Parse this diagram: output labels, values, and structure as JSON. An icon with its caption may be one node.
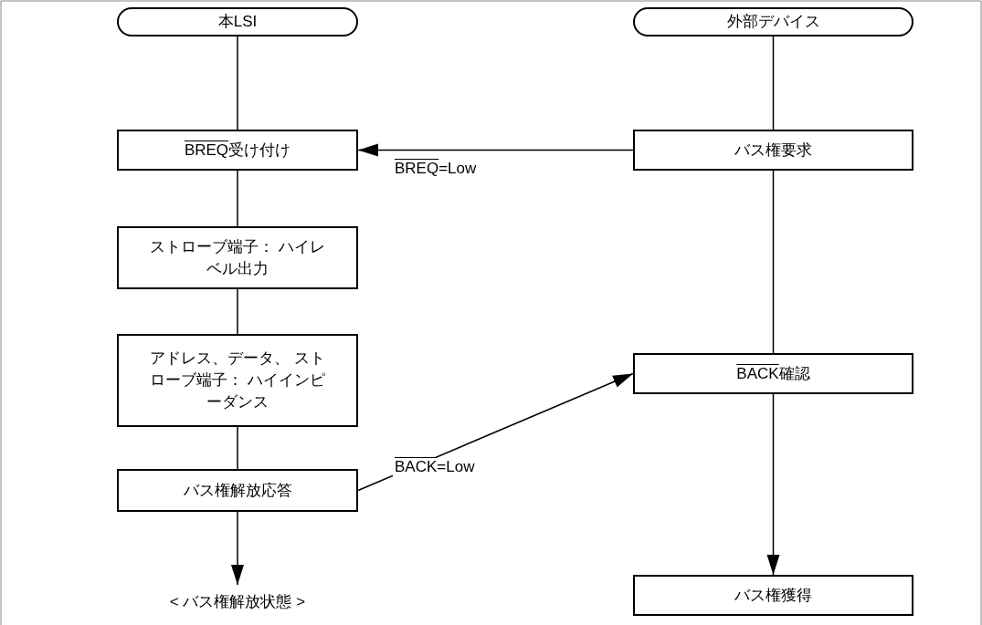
{
  "diagram": {
    "nodes": [
      {
        "text": [
          "本LSI"
        ]
      },
      {
        "text": [
          "外部デバイス"
        ]
      },
      {
        "text": [
          "BREQ受け付け"
        ]
      },
      {
        "text": [
          "ストローブ端子： ハイレベル出力"
        ]
      },
      {
        "text": [
          "アドレス、データ、 ストローブ端子： ハイインピーダンス"
        ]
      },
      {
        "text": [
          "バス権解放応答"
        ]
      },
      {
        "text": [
          "< バス権解放状態 >"
        ]
      },
      {
        "text": [
          "バス権要求"
        ]
      },
      {
        "text": [
          "BACK確認"
        ]
      },
      {
        "text": [
          "バス権獲得"
        ]
      }
    ],
    "edges": [
      {
        "from": 0,
        "to": 2,
        "arrow": "none"
      },
      {
        "from": 2,
        "to": 3,
        "arrow": "none"
      },
      {
        "from": 3,
        "to": 4,
        "arrow": "none"
      },
      {
        "from": 4,
        "to": 5,
        "arrow": "none"
      },
      {
        "from": 5,
        "to": 6,
        "arrow": "to"
      },
      {
        "from": 1,
        "to": 7,
        "arrow": "none"
      },
      {
        "from": 7,
        "to": 8,
        "arrow": "none"
      },
      {
        "from": 8,
        "to": 9,
        "arrow": "to"
      },
      {
        "from": 7,
        "to": 2,
        "arrow": "to",
        "label": "BREQ=Low"
      },
      {
        "from": 5,
        "to": 8,
        "arrow": "to",
        "label": "BACK=Low"
      }
    ]
  }
}
